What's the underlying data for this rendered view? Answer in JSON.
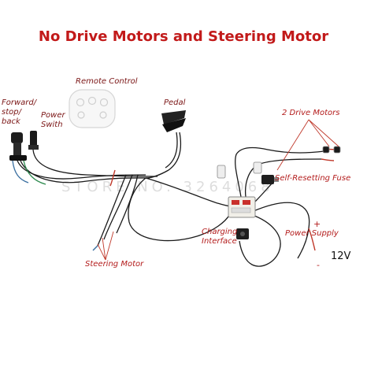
{
  "title": "No Drive Motors and Steering Motor",
  "watermark": "STORE NO. 3264068",
  "colors": {
    "title": "#c21a1a",
    "label_dark": "#7a1414",
    "label_red": "#b31b1b",
    "pointer": "#c0392b",
    "wire": "#1a1a1a"
  },
  "labels": {
    "remote_control": "Remote Control",
    "pedal": "Pedal",
    "forward_stop_back": [
      "Forward/",
      "stop/",
      "back"
    ],
    "power_switch": [
      "Power",
      "Swith"
    ],
    "drive_motors": "2 Drive Motors",
    "fuse": "Self-Resetting Fuse",
    "charging": [
      "Charging",
      "Interface"
    ],
    "power_supply": "Power Supply",
    "steering_motor": "Steering Motor",
    "voltage": "12V",
    "plus": "+",
    "minus": "-"
  },
  "icons": [
    "remote-control-icon",
    "pedal-icon",
    "forward-stop-back-switch-icon",
    "power-switch-icon",
    "control-board-icon",
    "charging-port-icon",
    "fuse-icon"
  ]
}
